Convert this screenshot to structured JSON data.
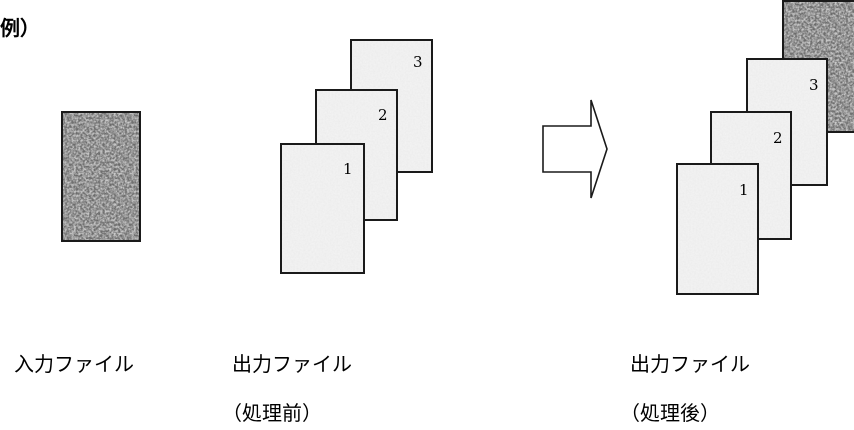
{
  "heading": "例）",
  "input": {
    "caption": "入力ファイル"
  },
  "output_before": {
    "caption": "出力ファイル",
    "subcaption": "（処理前）",
    "pages": [
      "1",
      "2",
      "3"
    ]
  },
  "output_after": {
    "caption": "出力ファイル",
    "subcaption": "（処理後）",
    "pages": [
      "1",
      "2",
      "3"
    ]
  },
  "icons": {
    "arrow": "right-arrow-icon"
  }
}
